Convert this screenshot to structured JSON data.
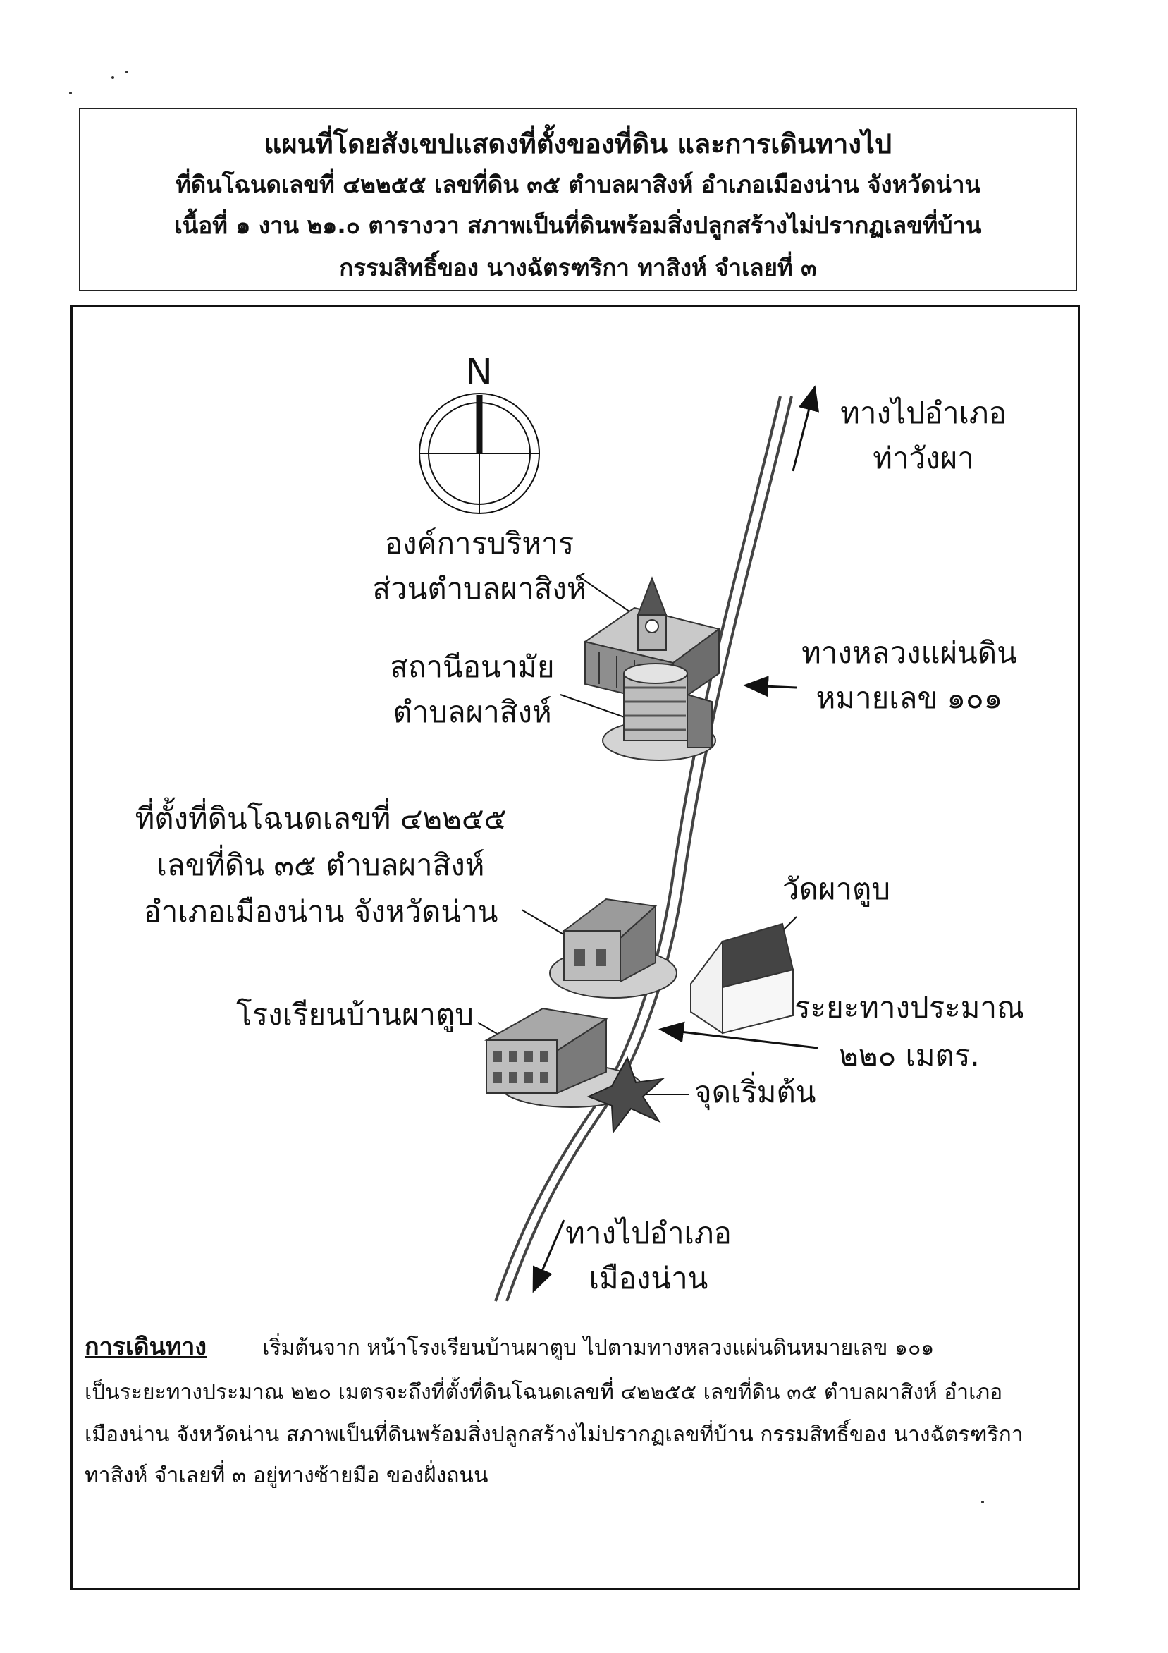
{
  "header": {
    "line1": "แผนที่โดยสังเขปแสดงที่ตั้งของที่ดิน และการเดินทางไป",
    "line2": "ที่ดินโฉนดเลขที่ ๔๒๒๕๕ เลขที่ดิน ๓๕ ตำบลผาสิงห์ อำเภอเมืองน่าน จังหวัดน่าน",
    "line3": "เนื้อที่ ๑ งาน ๒๑.๐ ตารางวา สภาพเป็นที่ดินพร้อมสิ่งปลูกสร้างไม่ปรากฏเลขที่บ้าน",
    "line4": "กรรมสิทธิ์ของ นางฉัตรฑริกา ทาสิงห์ จำเลยที่ ๓"
  },
  "map": {
    "north_label": "N",
    "to_tha_wang_pha": [
      "ทางไปอำเภอ",
      "ท่าวังผา"
    ],
    "tao": [
      "องค์การบริหาร",
      "ส่วนตำบลผาสิงห์"
    ],
    "health_station": [
      "สถานีอนามัย",
      "ตำบลผาสิงห์"
    ],
    "highway": [
      "ทางหลวงแผ่นดิน",
      "หมายเลข ๑๐๑"
    ],
    "land_location": [
      "ที่ตั้งที่ดินโฉนดเลขที่ ๔๒๒๕๕",
      "เลขที่ดิน ๓๕ ตำบลผาสิงห์",
      "อำเภอเมืองน่าน จังหวัดน่าน"
    ],
    "temple": "วัดผาตูบ",
    "school": "โรงเรียนบ้านผาตูบ",
    "distance": [
      "ระยะทางประมาณ",
      "๒๒๐ เมตร."
    ],
    "start_point": "จุดเริ่มต้น",
    "to_mueang_nan": [
      "ทางไปอำเภอ",
      "เมืองน่าน"
    ]
  },
  "route": {
    "heading": "การเดินทาง",
    "line1": "เริ่มต้นจาก หน้าโรงเรียนบ้านผาตูบ ไปตามทางหลวงแผ่นดินหมายเลข ๑๐๑",
    "line2": "เป็นระยะทางประมาณ ๒๒๐ เมตรจะถึงที่ตั้งที่ดินโฉนดเลขที่ ๔๒๒๕๕ เลขที่ดิน ๓๕ ตำบลผาสิงห์ อำเภอ",
    "line3": "เมืองน่าน จังหวัดน่าน สภาพเป็นที่ดินพร้อมสิ่งปลูกสร้างไม่ปรากฏเลขที่บ้าน กรรมสิทธิ์ของ นางฉัตรฑริกา",
    "line4": "ทาสิงห์ จำเลยที่ ๓ อยู่ทางซ้ายมือ ของฝั่งถนน"
  },
  "colors": {
    "ink": "#111111",
    "road": "#555555",
    "building_light": "#d8d8d8",
    "building_mid": "#9a9a9a",
    "building_dark": "#5a5a5a"
  }
}
